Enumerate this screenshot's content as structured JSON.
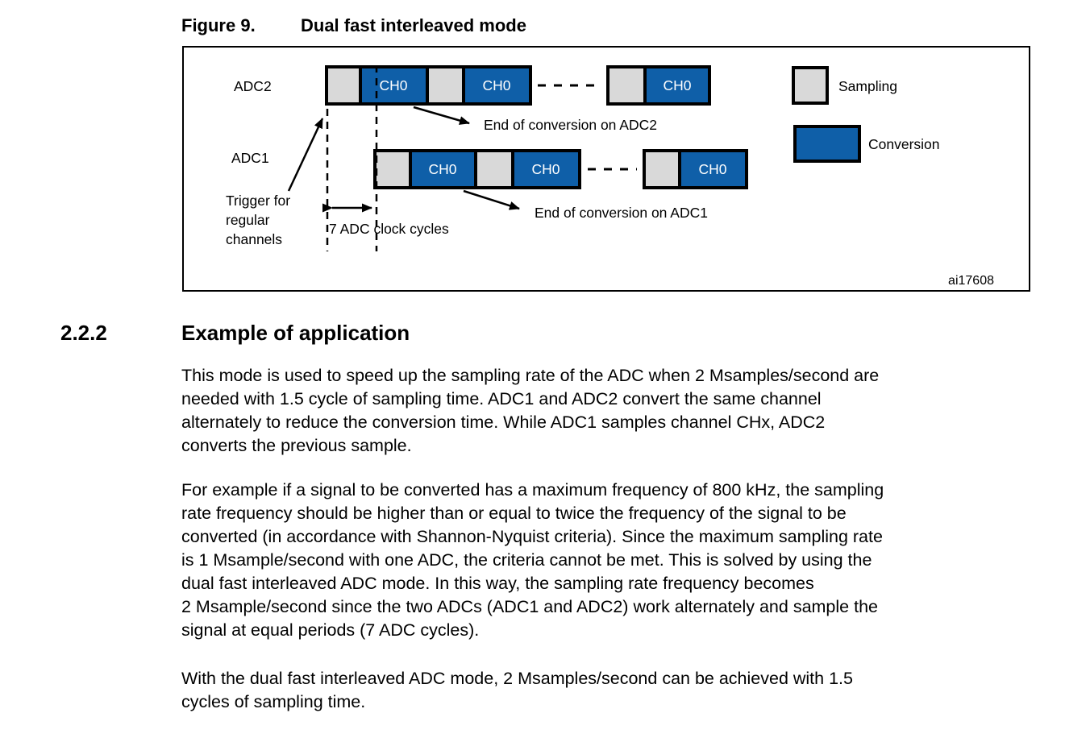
{
  "caption": {
    "label": "Figure 9.",
    "title": "Dual fast interleaved mode"
  },
  "section": {
    "number": "2.2.2",
    "title": "Example of application"
  },
  "paragraphs": {
    "p1": "This mode is used to speed up the sampling rate of the ADC when 2 Msamples/second are\nneeded with 1.5 cycle of sampling time. ADC1 and ADC2 convert the same channel\nalternately to reduce the conversion time. While ADC1 samples channel CHx, ADC2\nconverts the previous sample.",
    "p2": "For example if a signal to be converted has a maximum frequency of 800 kHz, the sampling\nrate frequency should be higher than or equal to twice the frequency of the signal to be\nconverted (in accordance with Shannon-Nyquist criteria). Since the maximum sampling rate\nis 1 Msample/second with one ADC, the criteria cannot be met. This is solved by using the\ndual fast interleaved ADC mode. In this way, the sampling rate frequency becomes\n2 Msample/second since the two ADCs (ADC1 and ADC2) work alternately and sample the\nsignal at equal periods (7 ADC cycles).",
    "p3": "With the dual fast interleaved ADC mode, 2 Msamples/second can be achieved with 1.5\ncycles of sampling time."
  },
  "figure": {
    "adc2_label": "ADC2",
    "adc1_label": "ADC1",
    "ch0": "CH0",
    "trigger_lines": [
      "Trigger for",
      "regular",
      "channels"
    ],
    "clock_cycles_label": "7 ADC clock cycles",
    "eoc_adc2": "End of conversion on ADC2",
    "eoc_adc1": "End of conversion on ADC1",
    "legend": {
      "sampling_label": "Sampling",
      "conversion_label": "Conversion"
    },
    "watermark": "ai17608",
    "colors": {
      "sampling": "#d9d9d9",
      "conversion": "#0f5fa8",
      "border": "#000000"
    }
  }
}
